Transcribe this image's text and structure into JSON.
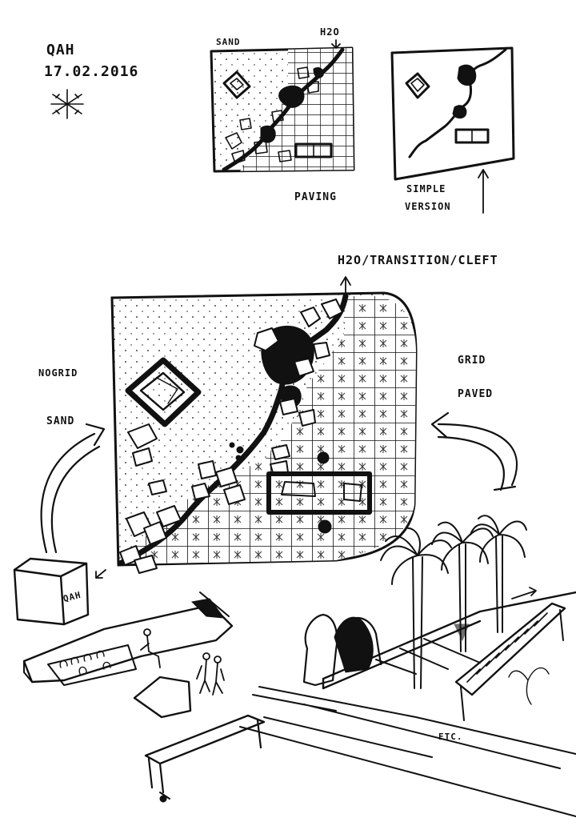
{
  "header": {
    "project": "QAH",
    "date": "17.02.2016"
  },
  "thumb_left": {
    "label_sand": "SAND",
    "label_water": "H2O",
    "label_paving": "PAVING"
  },
  "thumb_right": {
    "caption_line1": "SIMPLE",
    "caption_line2": "VERSION"
  },
  "main_plan": {
    "title": "H2O/TRANSITION/CLEFT",
    "left_label_1": "NOGRID",
    "left_label_2": "SAND",
    "right_label_1": "GRID",
    "right_label_2": "PAVED"
  },
  "street": {
    "kiosk_label": "QAH",
    "etc_label": "ETC."
  },
  "colors": {
    "ink": "#111111",
    "paper": "#ffffff"
  }
}
